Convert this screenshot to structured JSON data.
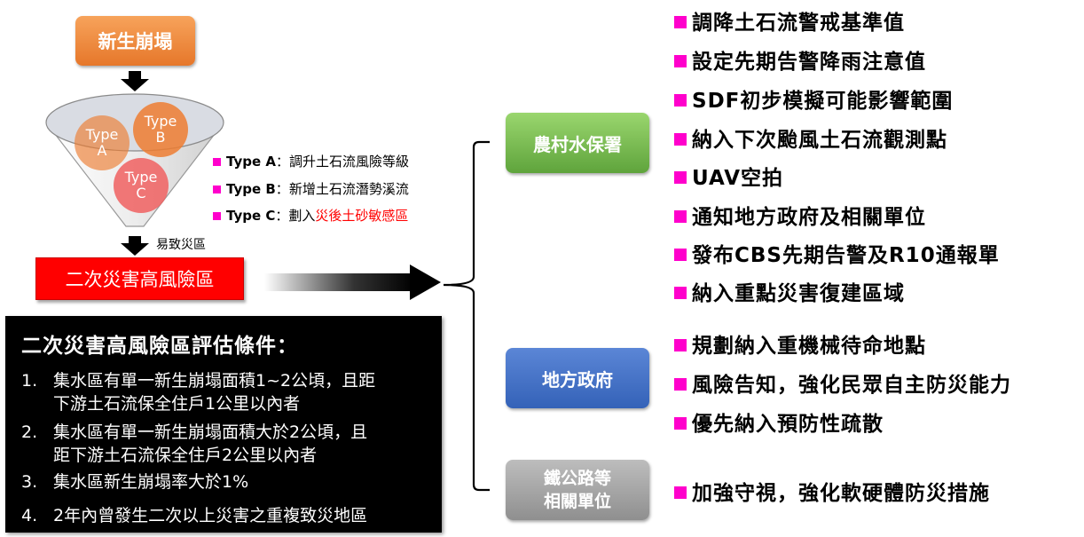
{
  "top_box": "新生崩塌",
  "funnel": {
    "type_a": "Type\nA",
    "type_b": "Type\nB",
    "type_c": "Type\nC"
  },
  "types_legend": [
    {
      "label": "Type A",
      "sep": "：",
      "text": "調升土石流風險等級",
      "highlight": ""
    },
    {
      "label": "Type B",
      "sep": "：",
      "text": "新增土石流潛勢溪流",
      "highlight": ""
    },
    {
      "label": "Type C",
      "sep": "：",
      "text": "劃入",
      "highlight": "災後土砂敏感區"
    }
  ],
  "funnel_arrow_label": "易致災區",
  "high_risk_box": "二次災害高風險區",
  "criteria": {
    "title": "二次災害高風險區評估條件：",
    "items": [
      {
        "num": "1.",
        "line1": "集水區有單一新生崩塌面積1~2公頃，且距",
        "line2": "下游土石流保全住戶1公里以內者"
      },
      {
        "num": "2.",
        "line1": "集水區有單一新生崩塌面積大於2公頃，且",
        "line2": "距下游土石流保全住戶2公里以內者"
      },
      {
        "num": "3.",
        "line1": "集水區新生崩塌率大於1%",
        "line2": ""
      },
      {
        "num": "4.",
        "line1": "2年內曾發生二次以上災害之重複致災地區",
        "line2": ""
      }
    ]
  },
  "orgs": {
    "coa": "農村水保署",
    "local": "地方政府",
    "rail_line1": "鐵公路等",
    "rail_line2": "相關單位"
  },
  "coa_actions": [
    "調降土石流警戒基準值",
    "設定先期告警降雨注意值",
    "SDF初步模擬可能影響範圍",
    "納入下次颱風土石流觀測點",
    "UAV空拍",
    "通知地方政府及相關單位",
    "發布CBS先期告警及R10通報單",
    "納入重點災害復建區域"
  ],
  "local_actions": [
    "規劃納入重機械待命地點",
    "風險告知，強化民眾自主防災能力",
    "優先納入預防性疏散"
  ],
  "rail_actions": [
    "加強守視，強化軟硬體防災措施"
  ],
  "colors": {
    "bullet": "#ff00cc",
    "highlight_text": "#ff0000",
    "orange": "#ed7d31",
    "green": "#70ad47",
    "blue": "#4472c4",
    "gray": "#a5a5a5",
    "red": "#ff0000"
  }
}
